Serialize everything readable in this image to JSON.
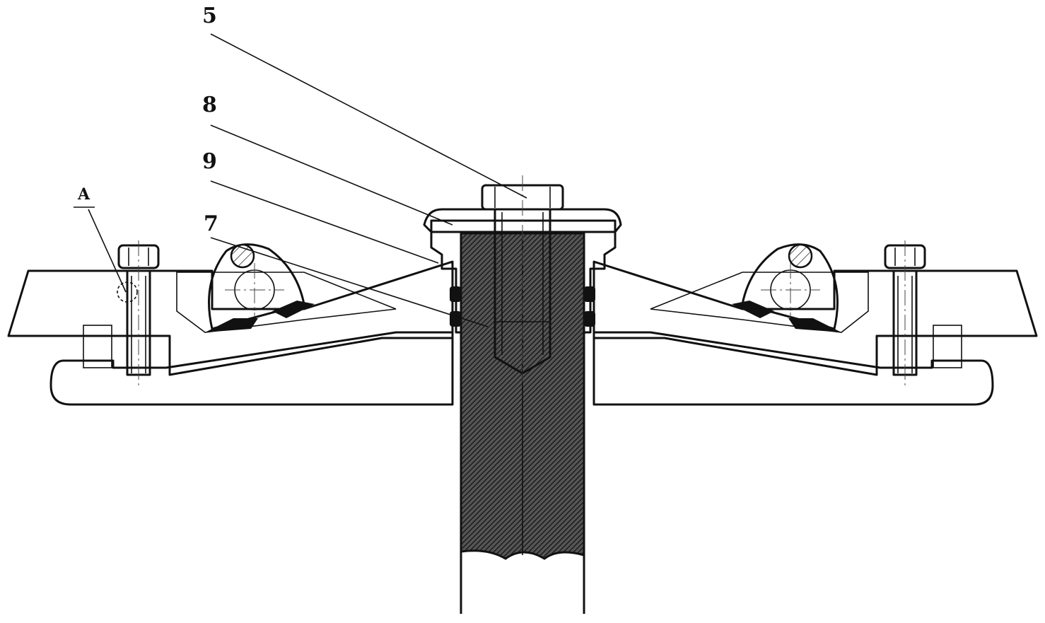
{
  "labels": {
    "callout_5": "5",
    "callout_8": "8",
    "callout_9": "9",
    "callout_7": "7",
    "callout_A": "A"
  },
  "colors": {
    "line": "#111111",
    "background": "#ffffff",
    "solid_fill": "#111111"
  }
}
